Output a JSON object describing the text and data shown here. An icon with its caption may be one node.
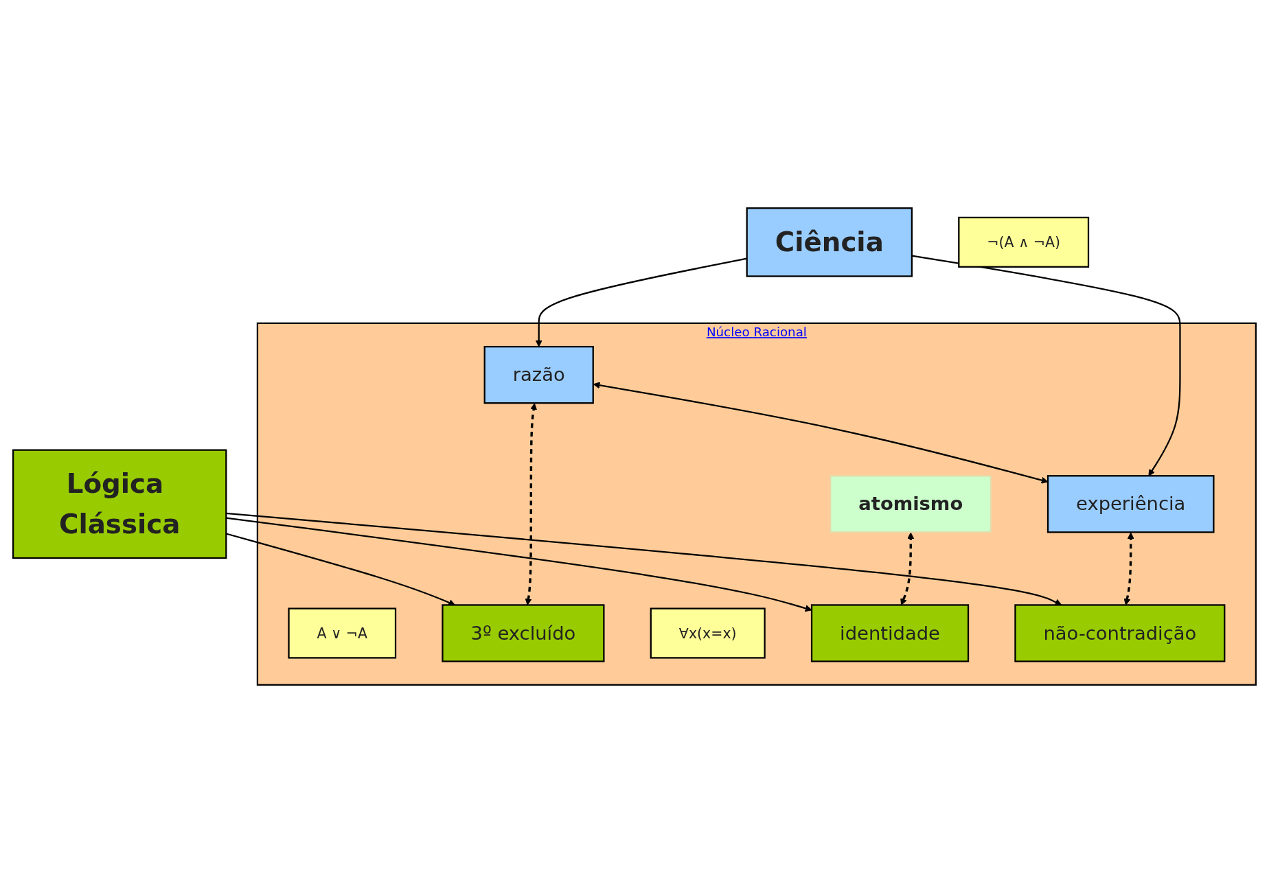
{
  "diagram": {
    "nodes": [
      {
        "text": [
          "Ciência"
        ]
      },
      {
        "text": [
          "Núcleo Racional"
        ]
      },
      {
        "text": [
          "razão"
        ],
        "in": 1
      },
      {
        "text": [
          "experiência"
        ],
        "in": 1
      },
      {
        "text": [
          "atomismo"
        ],
        "in": 1
      },
      {
        "text": [
          "A ∨ ¬A"
        ],
        "in": 1
      },
      {
        "text": [
          "3º excluído"
        ],
        "in": 1
      },
      {
        "text": [
          "∀x(x=x)"
        ],
        "in": 1
      },
      {
        "text": [
          "identidade"
        ],
        "in": 1
      },
      {
        "text": [
          "¬(A ∧ ¬A)"
        ]
      },
      {
        "text": [
          "não-contradição"
        ],
        "in": 1
      },
      {
        "text": [
          "Lógica Clássica"
        ]
      }
    ],
    "edges": [
      {
        "from": 0,
        "to": 2,
        "arrow": "to"
      },
      {
        "from": 0,
        "to": 3,
        "arrow": "to"
      },
      {
        "from": 2,
        "to": 3,
        "arrow": "both"
      },
      {
        "from": 2,
        "to": 6,
        "arrow": "both",
        "style": "dashed"
      },
      {
        "from": 4,
        "to": 8,
        "arrow": "both",
        "style": "dashed"
      },
      {
        "from": 3,
        "to": 10,
        "arrow": "both",
        "style": "dashed"
      },
      {
        "from": 11,
        "to": 6,
        "arrow": "to"
      },
      {
        "from": 11,
        "to": 8,
        "arrow": "to"
      },
      {
        "from": 11,
        "to": 10,
        "arrow": "to"
      }
    ]
  }
}
